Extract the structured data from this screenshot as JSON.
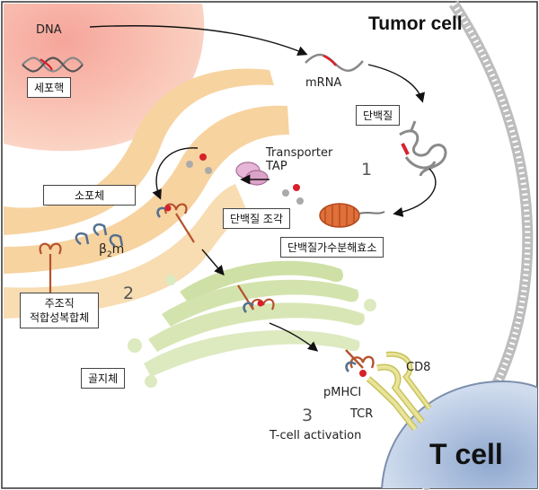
{
  "titles": {
    "tumor_cell": "Tumor cell",
    "t_cell": "T cell"
  },
  "labels": {
    "dna": "DNA",
    "mrna": "mRNA",
    "transporter": "Transporter",
    "tap": "TAP",
    "b2m_main": "β",
    "b2m_sub": "2",
    "b2m_tail": "m",
    "cd8": "CD8",
    "pmhci": "pMHCI",
    "tcr": "TCR",
    "tcell_activation": "T-cell activation"
  },
  "boxes": {
    "nucleus": "세포핵",
    "protein": "단백질",
    "er": "소포체",
    "peptide": "단백질 조각",
    "proteasome": "단백질가수분해효소",
    "mhc_line1": "주조직",
    "mhc_line2": "적합성복합체",
    "golgi": "골지체"
  },
  "steps": {
    "one": "1",
    "two": "2",
    "three": "3"
  },
  "colors": {
    "nucleus": "#f9c6b8",
    "er": "#f8d9a8",
    "golgi": "#cfe0a8",
    "t_cell": "#b9cbe3",
    "mhc": "#b5532d",
    "tcr": "#e8e49c",
    "peptide_red": "#d8202a"
  }
}
